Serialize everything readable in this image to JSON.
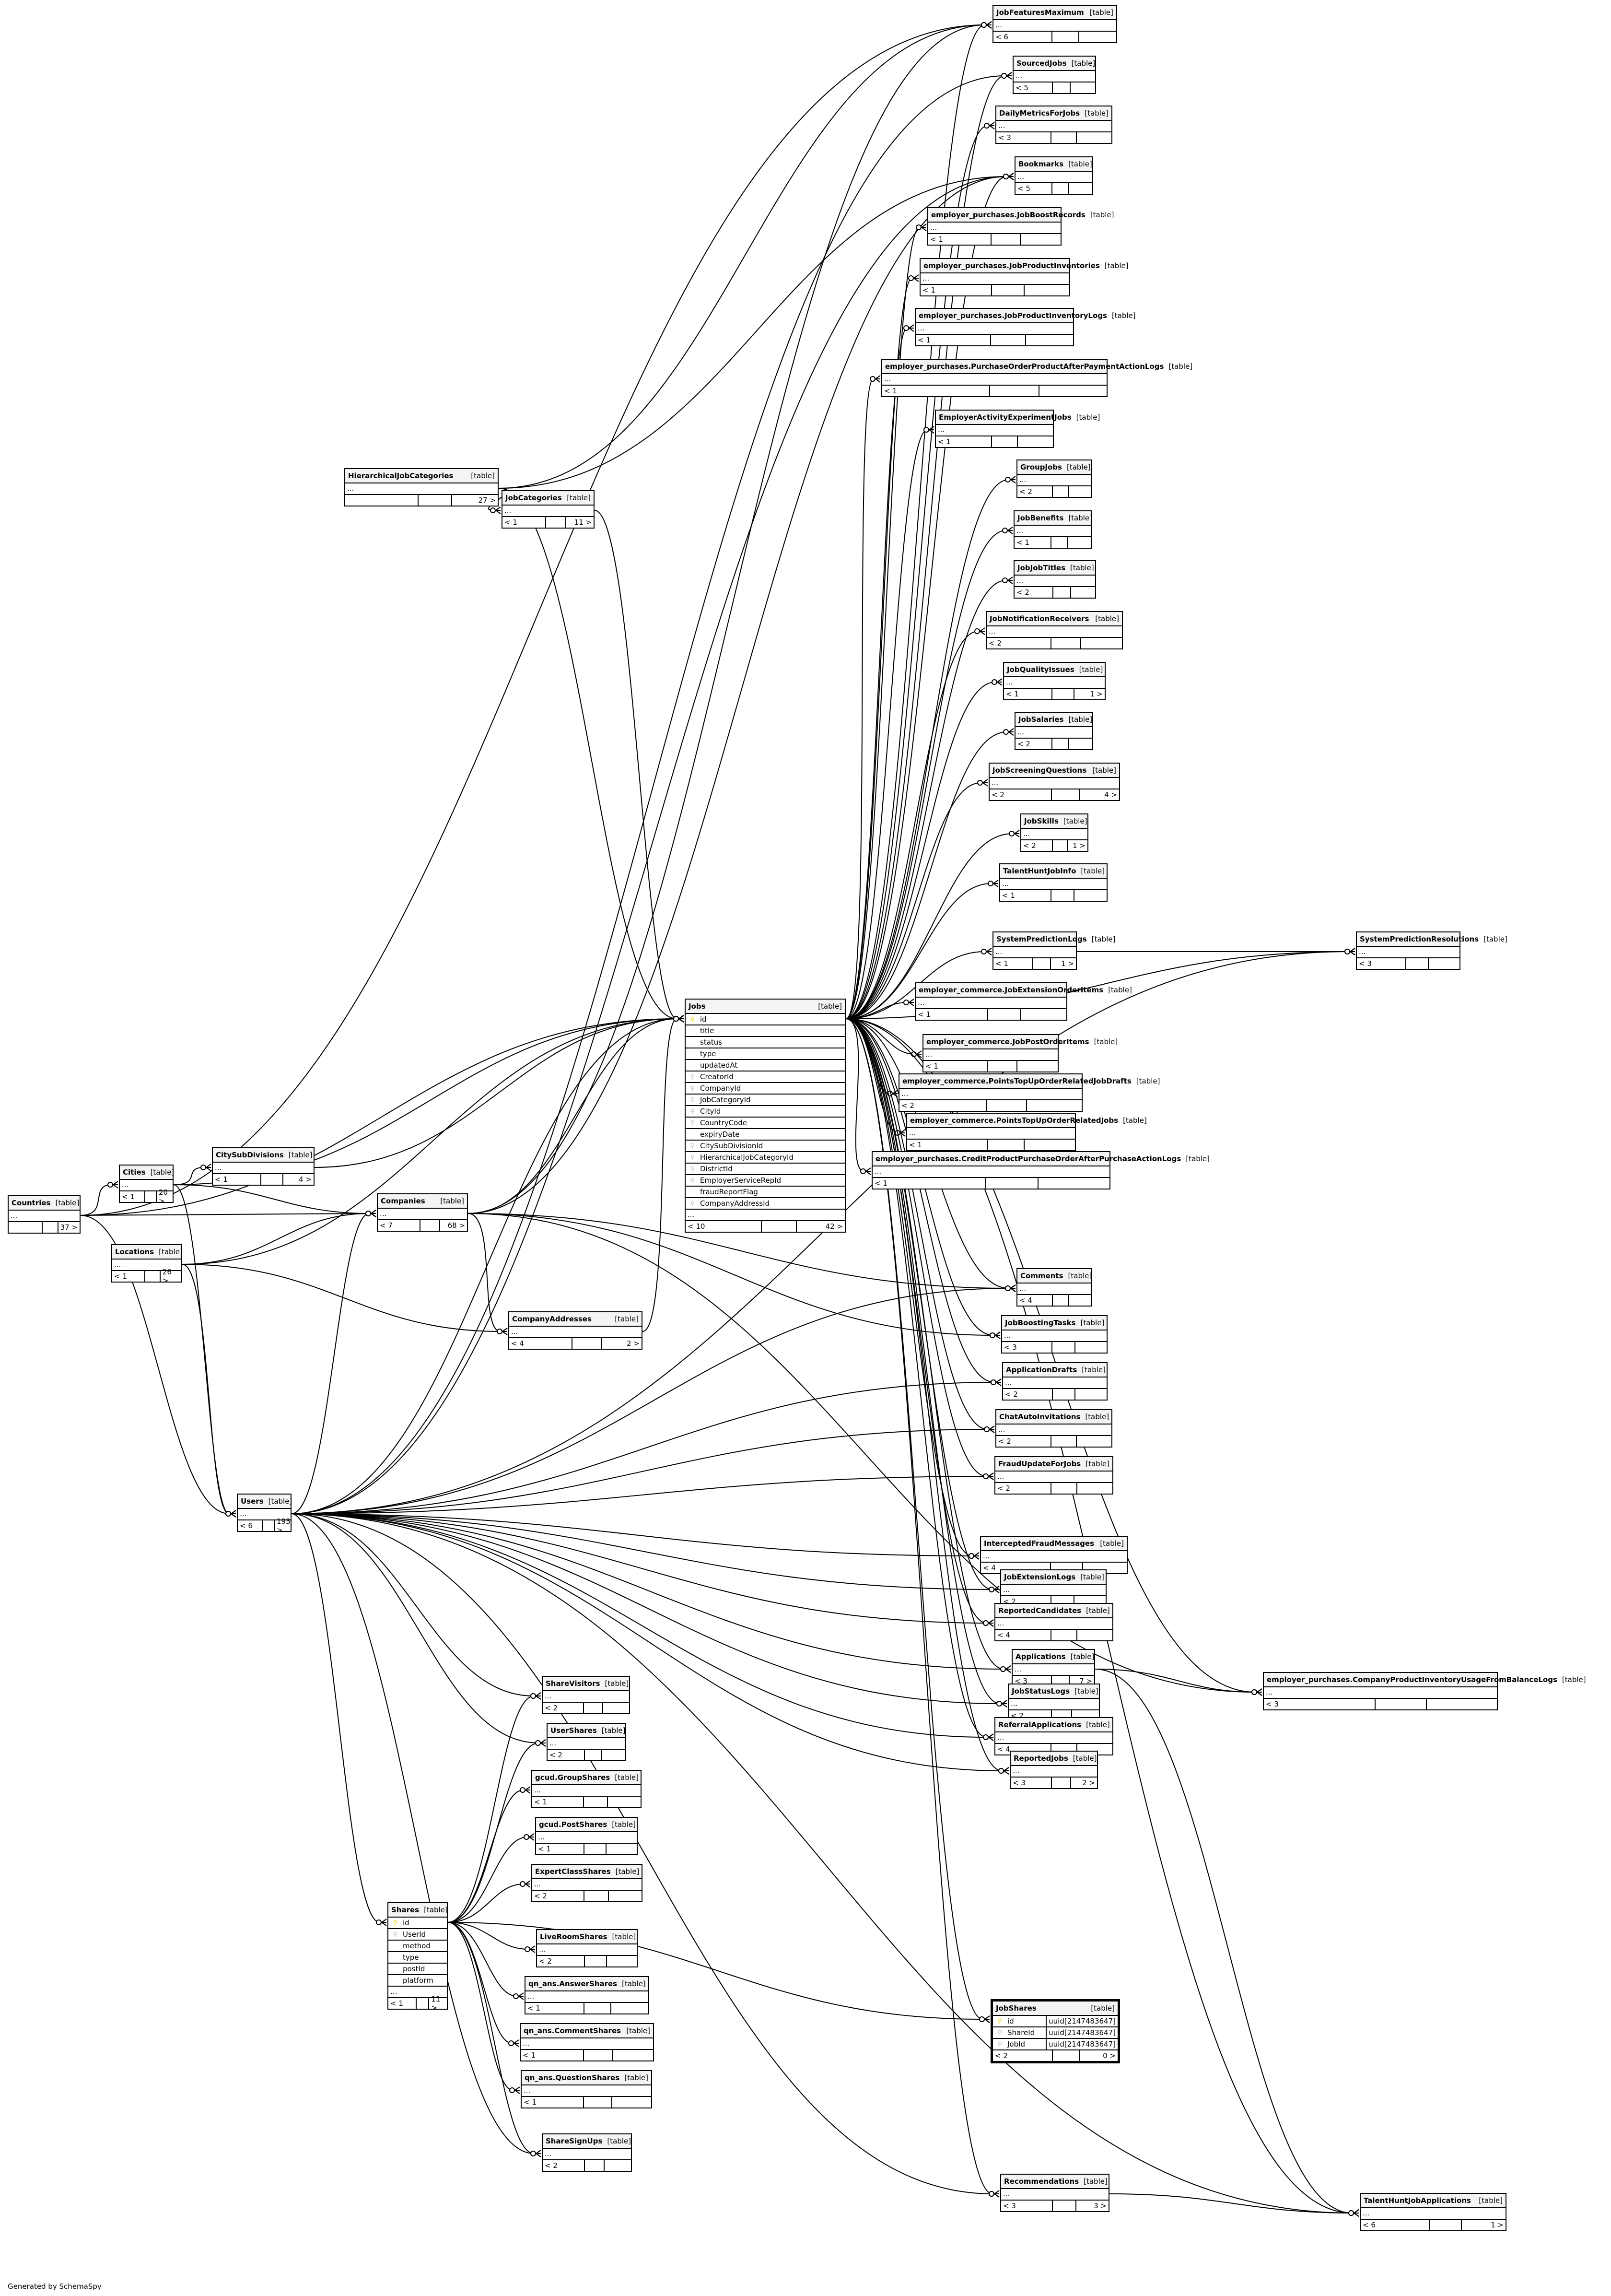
{
  "diagram": {
    "generator_credit": "Generated by SchemaSpy",
    "kind_label": "[table]",
    "ellipsis": "..."
  },
  "tables": {
    "Countries": {
      "name": "Countries",
      "parents": "",
      "children": "37 >"
    },
    "Cities": {
      "name": "Cities",
      "parents": "< 1",
      "children": "20 >"
    },
    "CitySubDivisions": {
      "name": "CitySubDivisions",
      "parents": "< 1",
      "children": "4 >"
    },
    "Locations": {
      "name": "Locations",
      "parents": "< 1",
      "children": "26 >"
    },
    "HierarchicalJobCategories": {
      "name": "HierarchicalJobCategories",
      "parents": "",
      "children": "27 >"
    },
    "JobCategories": {
      "name": "JobCategories",
      "parents": "< 1",
      "children": "11 >"
    },
    "Companies": {
      "name": "Companies",
      "parents": "< 7",
      "children": "68 >"
    },
    "CompanyAddresses": {
      "name": "CompanyAddresses",
      "parents": "< 4",
      "children": "2 >"
    },
    "Users": {
      "name": "Users",
      "parents": "< 6",
      "children": "193 >"
    },
    "Jobs": {
      "name": "Jobs",
      "parents": "< 10",
      "children": "42 >",
      "columns": [
        {
          "name": "id",
          "key": "pk"
        },
        {
          "name": "title",
          "key": ""
        },
        {
          "name": "status",
          "key": ""
        },
        {
          "name": "type",
          "key": ""
        },
        {
          "name": "updatedAt",
          "key": ""
        },
        {
          "name": "CreatorId",
          "key": "fk"
        },
        {
          "name": "CompanyId",
          "key": "fk"
        },
        {
          "name": "JobCategoryId",
          "key": "fk"
        },
        {
          "name": "CityId",
          "key": "fk"
        },
        {
          "name": "CountryCode",
          "key": "fk"
        },
        {
          "name": "expiryDate",
          "key": ""
        },
        {
          "name": "CitySubDivisionId",
          "key": "fk"
        },
        {
          "name": "HierarchicalJobCategoryId",
          "key": "fk"
        },
        {
          "name": "DistrictId",
          "key": "fk"
        },
        {
          "name": "EmployerServiceRepId",
          "key": "fk"
        },
        {
          "name": "fraudReportFlag",
          "key": ""
        },
        {
          "name": "CompanyAddressId",
          "key": "fk"
        }
      ]
    },
    "Shares": {
      "name": "Shares",
      "parents": "< 1",
      "children": "11 >",
      "columns": [
        {
          "name": "id",
          "key": "pk"
        },
        {
          "name": "UserId",
          "key": "fk"
        },
        {
          "name": "method",
          "key": ""
        },
        {
          "name": "type",
          "key": ""
        },
        {
          "name": "postId",
          "key": ""
        },
        {
          "name": "platform",
          "key": ""
        }
      ]
    },
    "JobShares": {
      "name": "JobShares",
      "parents": "< 2",
      "children": "0 >",
      "columns": [
        {
          "name": "id",
          "key": "pk",
          "type": "uuid[2147483647]"
        },
        {
          "name": "ShareId",
          "key": "fk",
          "type": "uuid[2147483647]"
        },
        {
          "name": "JobId",
          "key": "fk",
          "type": "uuid[2147483647]"
        }
      ]
    },
    "JobFeaturesMaximum": {
      "name": "JobFeaturesMaximum",
      "parents": "< 6",
      "children": ""
    },
    "SourcedJobs": {
      "name": "SourcedJobs",
      "parents": "< 5",
      "children": ""
    },
    "DailyMetricsForJobs": {
      "name": "DailyMetricsForJobs",
      "parents": "< 3",
      "children": ""
    },
    "Bookmarks": {
      "name": "Bookmarks",
      "parents": "< 5",
      "children": ""
    },
    "JobBoostRecords": {
      "name": "employer_purchases.JobBoostRecords",
      "parents": "< 1",
      "children": ""
    },
    "JobProductInventories": {
      "name": "employer_purchases.JobProductInventories",
      "parents": "< 1",
      "children": ""
    },
    "JobProductInventoryLogs": {
      "name": "employer_purchases.JobProductInventoryLogs",
      "parents": "< 1",
      "children": ""
    },
    "PurchaseOrderProductAfterPaymentActionLogs": {
      "name": "employer_purchases.PurchaseOrderProductAfterPaymentActionLogs",
      "parents": "< 1",
      "children": ""
    },
    "EmployerActivityExperimentJobs": {
      "name": "EmployerActivityExperimentJobs",
      "parents": "< 1",
      "children": ""
    },
    "GroupJobs": {
      "name": "GroupJobs",
      "parents": "< 2",
      "children": ""
    },
    "JobBenefits": {
      "name": "JobBenefits",
      "parents": "< 1",
      "children": ""
    },
    "JobJobTitles": {
      "name": "JobJobTitles",
      "parents": "< 2",
      "children": ""
    },
    "JobNotificationReceivers": {
      "name": "JobNotificationReceivers",
      "parents": "< 2",
      "children": ""
    },
    "JobQualityIssues": {
      "name": "JobQualityIssues",
      "parents": "< 1",
      "children": "1 >"
    },
    "JobSalaries": {
      "name": "JobSalaries",
      "parents": "< 2",
      "children": ""
    },
    "JobScreeningQuestions": {
      "name": "JobScreeningQuestions",
      "parents": "< 2",
      "children": "4 >"
    },
    "JobSkills": {
      "name": "JobSkills",
      "parents": "< 2",
      "children": "1 >"
    },
    "TalentHuntJobInfo": {
      "name": "TalentHuntJobInfo",
      "parents": "< 1",
      "children": ""
    },
    "SystemPredictionLogs": {
      "name": "SystemPredictionLogs",
      "parents": "< 1",
      "children": "1 >"
    },
    "SystemPredictionResolutions": {
      "name": "SystemPredictionResolutions",
      "parents": "< 3",
      "children": ""
    },
    "JobExtensionOrderItems": {
      "name": "employer_commerce.JobExtensionOrderItems",
      "parents": "< 1",
      "children": ""
    },
    "JobPostOrderItems": {
      "name": "employer_commerce.JobPostOrderItems",
      "parents": "< 1",
      "children": ""
    },
    "PointsTopUpOrderRelatedJobDrafts": {
      "name": "employer_commerce.PointsTopUpOrderRelatedJobDrafts",
      "parents": "< 2",
      "children": ""
    },
    "PointsTopUpOrderRelatedJobs": {
      "name": "employer_commerce.PointsTopUpOrderRelatedJobs",
      "parents": "< 1",
      "children": ""
    },
    "CreditProductPurchaseOrderAfterPurchaseActionLogs": {
      "name": "employer_purchases.CreditProductPurchaseOrderAfterPurchaseActionLogs",
      "parents": "< 1",
      "children": ""
    },
    "Comments": {
      "name": "Comments",
      "parents": "< 4",
      "children": ""
    },
    "JobBoostingTasks": {
      "name": "JobBoostingTasks",
      "parents": "< 3",
      "children": ""
    },
    "ApplicationDrafts": {
      "name": "ApplicationDrafts",
      "parents": "< 2",
      "children": ""
    },
    "ChatAutoInvitations": {
      "name": "ChatAutoInvitations",
      "parents": "< 2",
      "children": ""
    },
    "FraudUpdateForJobs": {
      "name": "FraudUpdateForJobs",
      "parents": "< 2",
      "children": ""
    },
    "InterceptedFraudMessages": {
      "name": "InterceptedFraudMessages",
      "parents": "< 4",
      "children": ""
    },
    "JobExtensionLogs": {
      "name": "JobExtensionLogs",
      "parents": "< 2",
      "children": ""
    },
    "ReportedCandidates": {
      "name": "ReportedCandidates",
      "parents": "< 4",
      "children": ""
    },
    "CompanyProductInventoryUsageFromBalanceLogs": {
      "name": "employer_purchases.CompanyProductInventoryUsageFromBalanceLogs",
      "parents": "< 3",
      "children": ""
    },
    "Applications": {
      "name": "Applications",
      "parents": "< 3",
      "children": "7 >"
    },
    "JobStatusLogs": {
      "name": "JobStatusLogs",
      "parents": "< 2",
      "children": ""
    },
    "ReferralApplications": {
      "name": "ReferralApplications",
      "parents": "< 4",
      "children": ""
    },
    "ReportedJobs": {
      "name": "ReportedJobs",
      "parents": "< 3",
      "children": "2 >"
    },
    "Recommendations": {
      "name": "Recommendations",
      "parents": "< 3",
      "children": "3 >"
    },
    "TalentHuntJobApplications": {
      "name": "TalentHuntJobApplications",
      "parents": "< 6",
      "children": "1 >"
    },
    "ShareVisitors": {
      "name": "ShareVisitors",
      "parents": "< 2",
      "children": ""
    },
    "UserShares": {
      "name": "UserShares",
      "parents": "< 2",
      "children": ""
    },
    "GroupShares": {
      "name": "gcud.GroupShares",
      "parents": "< 1",
      "children": ""
    },
    "PostShares": {
      "name": "gcud.PostShares",
      "parents": "< 1",
      "children": ""
    },
    "ExpertClassShares": {
      "name": "ExpertClassShares",
      "parents": "< 2",
      "children": ""
    },
    "LiveRoomShares": {
      "name": "LiveRoomShares",
      "parents": "< 2",
      "children": ""
    },
    "AnswerShares": {
      "name": "qn_ans.AnswerShares",
      "parents": "< 1",
      "children": ""
    },
    "CommentShares": {
      "name": "qn_ans.CommentShares",
      "parents": "< 1",
      "children": ""
    },
    "QuestionShares": {
      "name": "qn_ans.QuestionShares",
      "parents": "< 1",
      "children": ""
    },
    "ShareSignUps": {
      "name": "ShareSignUps",
      "parents": "< 2",
      "children": ""
    }
  },
  "relationships": [
    [
      "Countries",
      "Cities"
    ],
    [
      "Countries",
      "Companies"
    ],
    [
      "Countries",
      "Users"
    ],
    [
      "Countries",
      "Jobs"
    ],
    [
      "Countries",
      "JobFeaturesMaximum"
    ],
    [
      "Cities",
      "CitySubDivisions"
    ],
    [
      "Cities",
      "Jobs"
    ],
    [
      "Cities",
      "Companies"
    ],
    [
      "Cities",
      "Users"
    ],
    [
      "CitySubDivisions",
      "Jobs"
    ],
    [
      "Locations",
      "Jobs"
    ],
    [
      "Locations",
      "Companies"
    ],
    [
      "Locations",
      "CompanyAddresses"
    ],
    [
      "Locations",
      "Users"
    ],
    [
      "HierarchicalJobCategories",
      "JobCategories"
    ],
    [
      "HierarchicalJobCategories",
      "Jobs"
    ],
    [
      "HierarchicalJobCategories",
      "JobFeaturesMaximum"
    ],
    [
      "HierarchicalJobCategories",
      "Bookmarks"
    ],
    [
      "JobCategories",
      "Jobs"
    ],
    [
      "Companies",
      "Jobs"
    ],
    [
      "Companies",
      "CompanyAddresses"
    ],
    [
      "Companies",
      "JobFeaturesMaximum"
    ],
    [
      "Companies",
      "Bookmarks"
    ],
    [
      "Companies",
      "Comments"
    ],
    [
      "Companies",
      "JobBoostingTasks"
    ],
    [
      "Companies",
      "CompanyProductInventoryUsageFromBalanceLogs"
    ],
    [
      "CompanyAddresses",
      "Jobs"
    ],
    [
      "Users",
      "Companies"
    ],
    [
      "Users",
      "Jobs"
    ],
    [
      "Users",
      "Shares"
    ],
    [
      "Users",
      "ShareVisitors"
    ],
    [
      "Users",
      "UserShares"
    ],
    [
      "Users",
      "ShareSignUps"
    ],
    [
      "Users",
      "Comments"
    ],
    [
      "Users",
      "ApplicationDrafts"
    ],
    [
      "Users",
      "ChatAutoInvitations"
    ],
    [
      "Users",
      "FraudUpdateForJobs"
    ],
    [
      "Users",
      "InterceptedFraudMessages"
    ],
    [
      "Users",
      "JobExtensionLogs"
    ],
    [
      "Users",
      "ReportedCandidates"
    ],
    [
      "Users",
      "Applications"
    ],
    [
      "Users",
      "JobStatusLogs"
    ],
    [
      "Users",
      "ReferralApplications"
    ],
    [
      "Users",
      "ReportedJobs"
    ],
    [
      "Users",
      "Recommendations"
    ],
    [
      "Users",
      "TalentHuntJobApplications"
    ],
    [
      "Users",
      "SystemPredictionResolutions"
    ],
    [
      "Users",
      "Bookmarks"
    ],
    [
      "Users",
      "SourcedJobs"
    ],
    [
      "Jobs",
      "JobFeaturesMaximum"
    ],
    [
      "Jobs",
      "SourcedJobs"
    ],
    [
      "Jobs",
      "DailyMetricsForJobs"
    ],
    [
      "Jobs",
      "Bookmarks"
    ],
    [
      "Jobs",
      "JobBoostRecords"
    ],
    [
      "Jobs",
      "JobProductInventories"
    ],
    [
      "Jobs",
      "JobProductInventoryLogs"
    ],
    [
      "Jobs",
      "PurchaseOrderProductAfterPaymentActionLogs"
    ],
    [
      "Jobs",
      "EmployerActivityExperimentJobs"
    ],
    [
      "Jobs",
      "GroupJobs"
    ],
    [
      "Jobs",
      "JobBenefits"
    ],
    [
      "Jobs",
      "JobJobTitles"
    ],
    [
      "Jobs",
      "JobNotificationReceivers"
    ],
    [
      "Jobs",
      "JobQualityIssues"
    ],
    [
      "Jobs",
      "JobSalaries"
    ],
    [
      "Jobs",
      "JobScreeningQuestions"
    ],
    [
      "Jobs",
      "JobSkills"
    ],
    [
      "Jobs",
      "TalentHuntJobInfo"
    ],
    [
      "Jobs",
      "SystemPredictionLogs"
    ],
    [
      "Jobs",
      "SystemPredictionResolutions"
    ],
    [
      "Jobs",
      "JobExtensionOrderItems"
    ],
    [
      "Jobs",
      "JobPostOrderItems"
    ],
    [
      "Jobs",
      "PointsTopUpOrderRelatedJobDrafts"
    ],
    [
      "Jobs",
      "PointsTopUpOrderRelatedJobs"
    ],
    [
      "Jobs",
      "CreditProductPurchaseOrderAfterPurchaseActionLogs"
    ],
    [
      "Jobs",
      "Comments"
    ],
    [
      "Jobs",
      "JobBoostingTasks"
    ],
    [
      "Jobs",
      "ApplicationDrafts"
    ],
    [
      "Jobs",
      "ChatAutoInvitations"
    ],
    [
      "Jobs",
      "FraudUpdateForJobs"
    ],
    [
      "Jobs",
      "InterceptedFraudMessages"
    ],
    [
      "Jobs",
      "JobExtensionLogs"
    ],
    [
      "Jobs",
      "ReportedCandidates"
    ],
    [
      "Jobs",
      "CompanyProductInventoryUsageFromBalanceLogs"
    ],
    [
      "Jobs",
      "Applications"
    ],
    [
      "Jobs",
      "JobStatusLogs"
    ],
    [
      "Jobs",
      "ReferralApplications"
    ],
    [
      "Jobs",
      "ReportedJobs"
    ],
    [
      "Jobs",
      "JobShares"
    ],
    [
      "Jobs",
      "Recommendations"
    ],
    [
      "Jobs",
      "TalentHuntJobApplications"
    ],
    [
      "SystemPredictionLogs",
      "SystemPredictionResolutions"
    ],
    [
      "Applications",
      "CompanyProductInventoryUsageFromBalanceLogs"
    ],
    [
      "Applications",
      "TalentHuntJobApplications"
    ],
    [
      "Recommendations",
      "TalentHuntJobApplications"
    ],
    [
      "Shares",
      "ShareVisitors"
    ],
    [
      "Shares",
      "UserShares"
    ],
    [
      "Shares",
      "GroupShares"
    ],
    [
      "Shares",
      "PostShares"
    ],
    [
      "Shares",
      "ExpertClassShares"
    ],
    [
      "Shares",
      "LiveRoomShares"
    ],
    [
      "Shares",
      "AnswerShares"
    ],
    [
      "Shares",
      "CommentShares"
    ],
    [
      "Shares",
      "QuestionShares"
    ],
    [
      "Shares",
      "ShareSignUps"
    ],
    [
      "Shares",
      "JobShares"
    ]
  ]
}
